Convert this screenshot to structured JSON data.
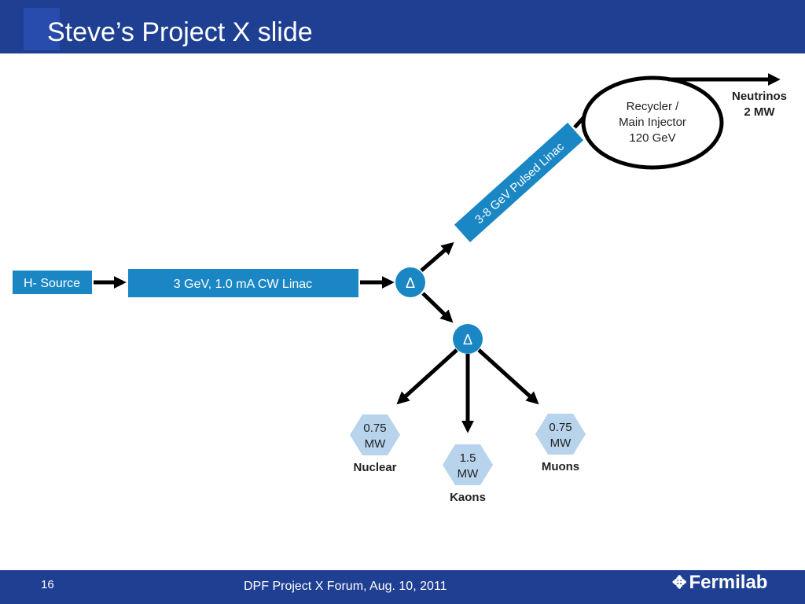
{
  "slide": {
    "title": "Steve’s Project X slide",
    "page_number": "16",
    "footer_text": "DPF Project X Forum, Aug. 10, 2011",
    "logo_text": "Fermilab",
    "logo_icon": "fermilab-logo-icon"
  },
  "diagram": {
    "source_label": "H- Source",
    "cw_linac_label": "3 GeV, 1.0 mA CW Linac",
    "pulsed_linac_label": "3-8 GeV Pulsed Linac",
    "splitter_symbol": "Δ",
    "recycler_line1": "Recycler /",
    "recycler_line2": "Main Injector",
    "recycler_line3": "120 GeV",
    "neutrinos_label": "Neutrinos",
    "neutrinos_power": "2 MW",
    "nuclear": {
      "value": "0.75",
      "unit": "MW",
      "label": "Nuclear"
    },
    "kaons": {
      "value": "1.5",
      "unit": "MW",
      "label": "Kaons"
    },
    "muons": {
      "value": "0.75",
      "unit": "MW",
      "label": "Muons"
    }
  },
  "colors": {
    "header_bg": "#1f3f93",
    "box_blue": "#1a87c4",
    "hex_fill": "#b8d3ec"
  }
}
